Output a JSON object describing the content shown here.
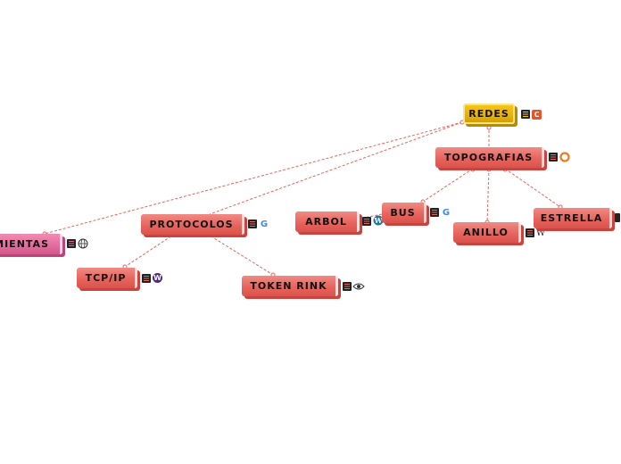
{
  "nodes": {
    "redes": "REDES",
    "topografias": "TOPOGRAFIAS",
    "protocolos": "PROTOCOLOS",
    "herramientas": "MIENTAS",
    "tcpip": "TCP/IP",
    "token": "TOKEN RINK",
    "arbol": "ARBOL",
    "bus": "BUS",
    "anillo": "ANILLO",
    "estrella": "ESTRELLA"
  },
  "colors": {
    "connector": "#e8645d",
    "main_node": "#e6b10a",
    "branch_node": "#e8645d",
    "side_node": "#e36a9c"
  },
  "icons": {
    "redes": "c-badge-icon",
    "topografias": "a-badge-icon",
    "protocolos": "google-icon",
    "herramientas": "globe-icon",
    "tcpip": "w-badge-icon",
    "token": "eye-icon",
    "arbol": "wordpress-icon",
    "bus": "google-icon",
    "anillo": "wikipedia-icon",
    "estrella": "link-icon"
  }
}
